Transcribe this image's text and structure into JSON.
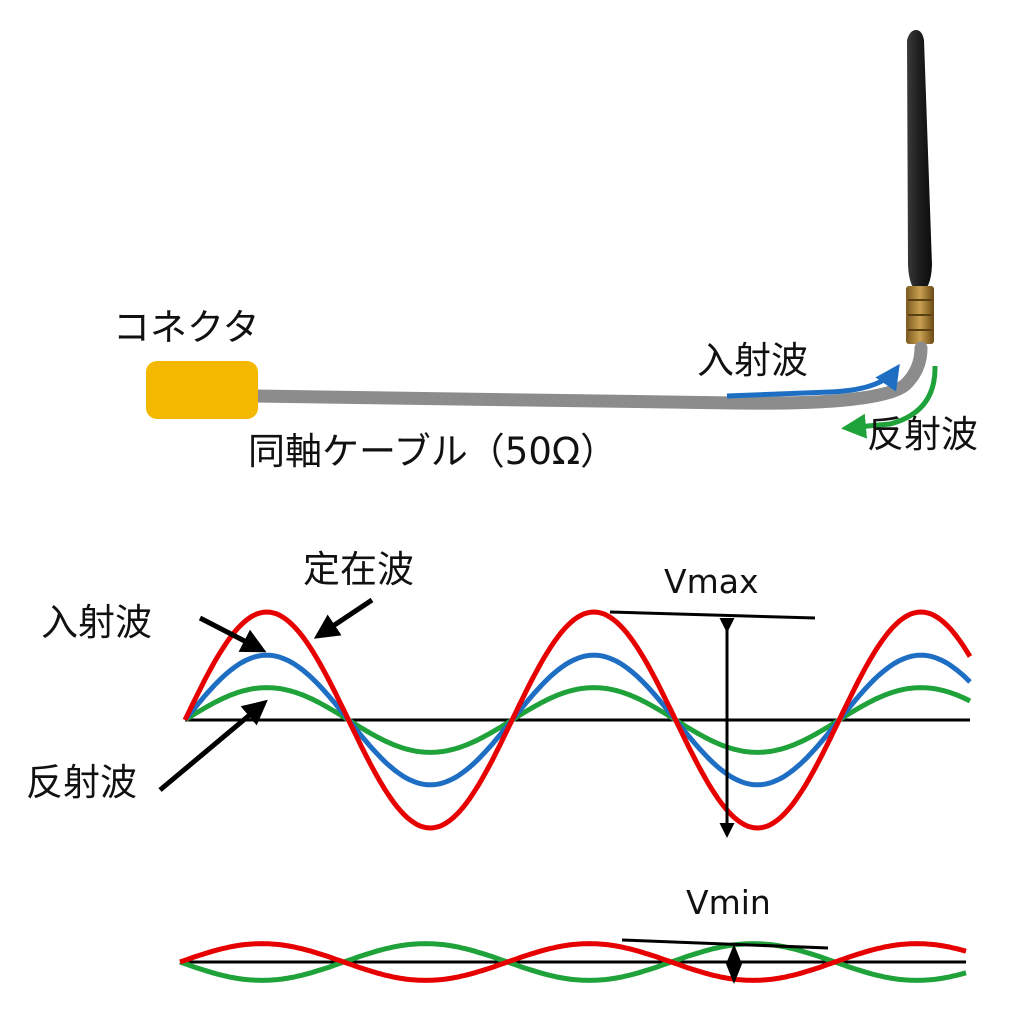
{
  "labels": {
    "connector": "コネクタ",
    "cable": "同軸ケーブル（50Ω）",
    "incident_top": "入射波",
    "reflected_top": "反射波",
    "standing": "定在波",
    "incident_mid": "入射波",
    "reflected_mid": "反射波",
    "vmax": "Vmax",
    "vmin": "Vmin"
  },
  "colors": {
    "connector": "#f5b800",
    "cable": "#8c8c8c",
    "incident": "#1e6fc4",
    "reflected": "#1fa23a",
    "standing": "#e60000",
    "axis": "#000000",
    "antenna": "#1e1e1e"
  },
  "waves": {
    "periods": 2.4,
    "amplitude_ratio": {
      "standing": 1.0,
      "incident": 0.6,
      "reflected": 0.3
    },
    "bottom_ratio": 0.17
  }
}
